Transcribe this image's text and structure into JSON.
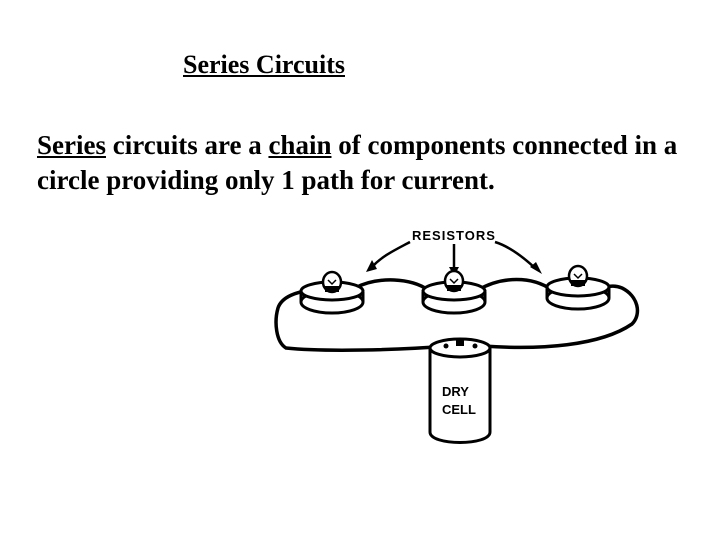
{
  "slide": {
    "title": "Series Circuits",
    "text": {
      "term": "Series",
      "part1": " circuits are a ",
      "key": "chain",
      "part2": " of components connected in a circle providing only 1 path for current."
    }
  },
  "diagram": {
    "resistors_label": "RESISTORS",
    "cell_label_line1": "DRY",
    "cell_label_line2": "CELL"
  }
}
